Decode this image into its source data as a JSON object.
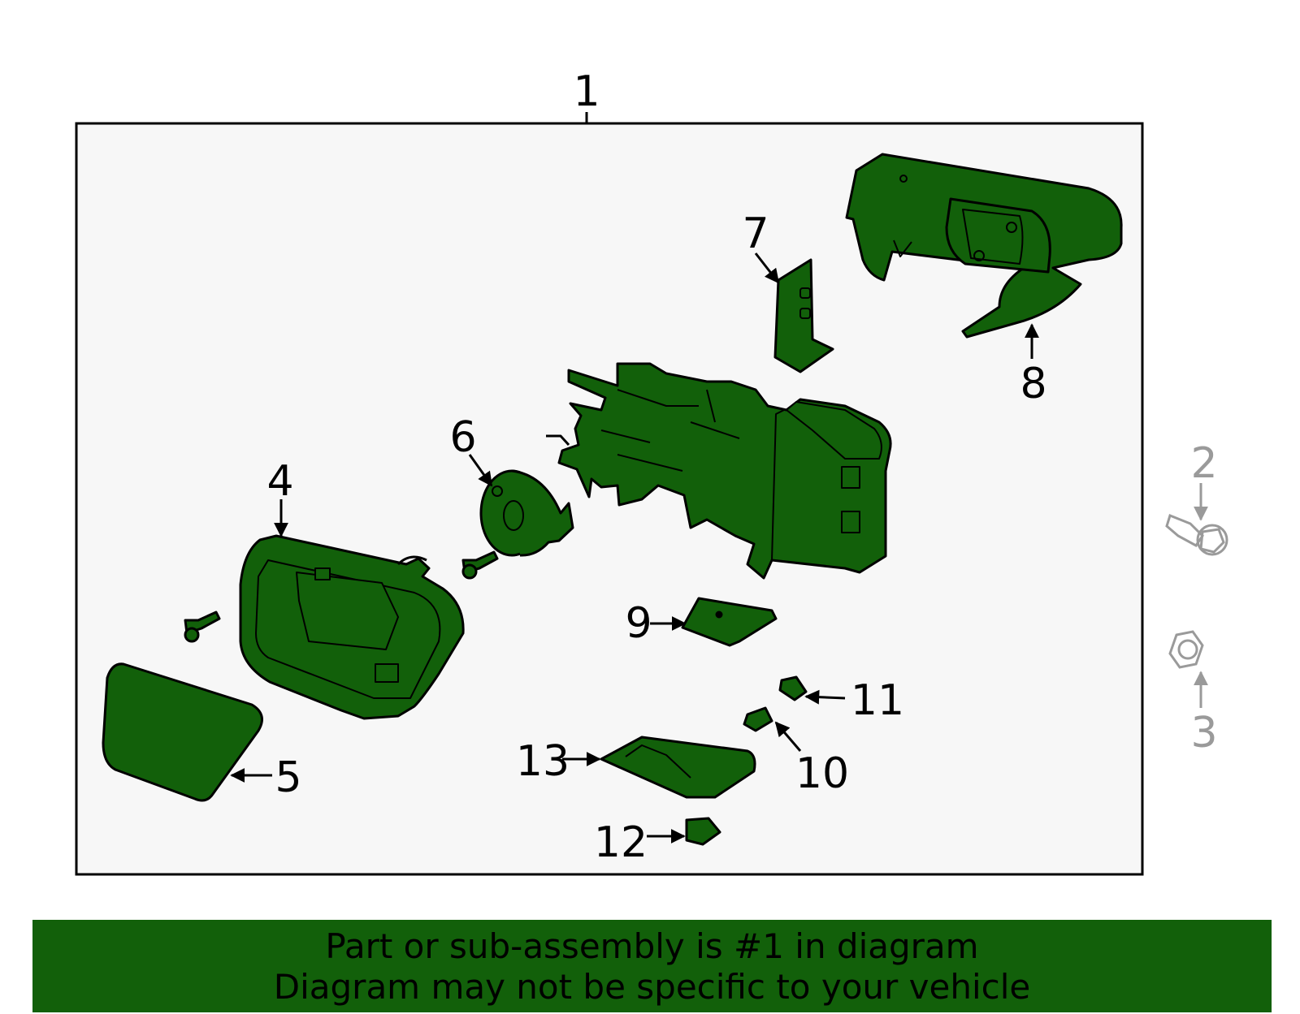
{
  "colors": {
    "part_fill": "#12600a",
    "outline": "#000000",
    "panel": "#f7f7f7",
    "not_included": "#9a9a9a",
    "banner": "#12600a"
  },
  "callouts": {
    "c1": "1",
    "c2": "2",
    "c3": "3",
    "c4": "4",
    "c5": "5",
    "c6": "6",
    "c7": "7",
    "c8": "8",
    "c9": "9",
    "c10": "10",
    "c11": "11",
    "c12": "12",
    "c13": "13"
  },
  "banner": {
    "line1": "Part or sub-assembly is #1 in diagram",
    "line2": "Diagram may not be specific to your vehicle"
  }
}
